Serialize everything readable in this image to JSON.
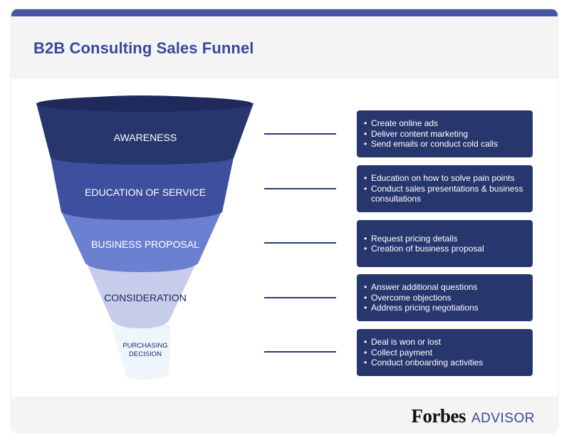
{
  "title": "B2B Consulting Sales Funnel",
  "stages": [
    {
      "label": "AWARENESS",
      "color": "#27366d",
      "bullets": [
        "Create online ads",
        "Deliver content marketing",
        "Send emails or conduct cold calls"
      ]
    },
    {
      "label": "EDUCATION OF SERVICE",
      "color": "#3f4f9f",
      "bullets": [
        "Education on how to solve pain points",
        "Conduct sales presentations & business consultations"
      ]
    },
    {
      "label": "BUSINESS PROPOSAL",
      "color": "#6c80d2",
      "bullets": [
        "Request pricing details",
        "Creation of business proposal"
      ]
    },
    {
      "label": "CONSIDERATION",
      "color": "#c6cce9",
      "bullets": [
        "Answer additional questions",
        "Overcome objections",
        "Address pricing negotiations"
      ]
    },
    {
      "label": "PURCHASING DECISION",
      "color": "#eef5fb",
      "bullets": [
        "Deal is won or lost",
        "Collect payment",
        "Conduct onboarding activities"
      ]
    }
  ],
  "brand": {
    "name": "Forbes",
    "suffix": "ADVISOR"
  },
  "colors": {
    "accent": "#3a489a",
    "box": "#27366d",
    "topbar": "#4655a4"
  }
}
